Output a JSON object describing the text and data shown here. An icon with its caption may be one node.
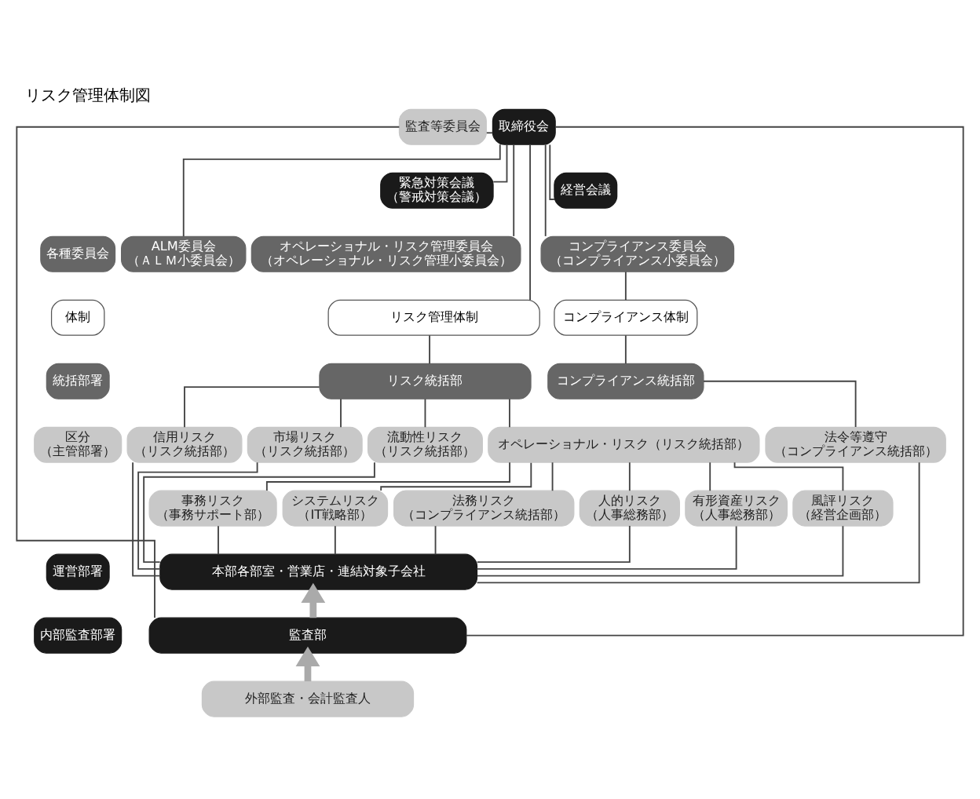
{
  "diagram": {
    "title": "リスク管理体制図",
    "nodes": [
      {
        "text": [
          "取締役会"
        ]
      },
      {
        "text": [
          "監査等委員会"
        ]
      },
      {
        "text": [
          "緊急対策会議",
          "（警戒対策会議）"
        ]
      },
      {
        "text": [
          "経営会議"
        ]
      },
      {
        "text": [
          "ALM委員会",
          "（ＡＬＭ小委員会）"
        ]
      },
      {
        "text": [
          "オペレーショナル・リスク管理委員会",
          "（オペレーショナル・リスク管理小委員会）"
        ]
      },
      {
        "text": [
          "コンプライアンス委員会",
          "（コンプライアンス小委員会）"
        ]
      },
      {
        "text": [
          "リスク管理体制"
        ]
      },
      {
        "text": [
          "コンプライアンス体制"
        ]
      },
      {
        "text": [
          "リスク統括部"
        ]
      },
      {
        "text": [
          "コンプライアンス統括部"
        ]
      },
      {
        "text": [
          "信用リスク",
          "（リスク統括部）"
        ]
      },
      {
        "text": [
          "市場リスク",
          "（リスク統括部）"
        ]
      },
      {
        "text": [
          "流動性リスク",
          "（リスク統括部）"
        ]
      },
      {
        "text": [
          "オペレーショナル・リスク（リスク統括部）"
        ]
      },
      {
        "text": [
          "事務リスク",
          "（事務サポート部）"
        ]
      },
      {
        "text": [
          "システムリスク",
          "（IT戦略部）"
        ]
      },
      {
        "text": [
          "法務リスク",
          "（コンプライアンス統括部）"
        ]
      },
      {
        "text": [
          "人的リスク",
          "（人事総務部）"
        ]
      },
      {
        "text": [
          "有形資産リスク",
          "（人事総務部）"
        ]
      },
      {
        "text": [
          "風評リスク",
          "（経営企画部）"
        ]
      },
      {
        "text": [
          "法令等遵守",
          "（コンプライアンス統括部）"
        ]
      },
      {
        "text": [
          "本部各部室・営業店・連結対象子会社"
        ]
      },
      {
        "text": [
          "監査部"
        ]
      },
      {
        "text": [
          "外部監査・会計監査人"
        ]
      },
      {
        "text": [
          "各種委員会"
        ]
      },
      {
        "text": [
          "体制"
        ]
      },
      {
        "text": [
          "統括部署"
        ]
      },
      {
        "text": [
          "区分",
          "（主管部署）"
        ]
      },
      {
        "text": [
          "運営部署"
        ]
      },
      {
        "text": [
          "内部監査部署"
        ]
      }
    ],
    "edges": [
      {
        "from": 0,
        "to": 1,
        "arrow": "none"
      },
      {
        "from": 0,
        "to": 2,
        "arrow": "none"
      },
      {
        "from": 0,
        "to": 3,
        "arrow": "none"
      },
      {
        "from": 0,
        "to": 4,
        "arrow": "none"
      },
      {
        "from": 0,
        "to": 5,
        "arrow": "none"
      },
      {
        "from": 0,
        "to": 6,
        "arrow": "none"
      },
      {
        "from": 0,
        "to": 7,
        "arrow": "none"
      },
      {
        "from": 6,
        "to": 8,
        "arrow": "none"
      },
      {
        "from": 7,
        "to": 9,
        "arrow": "none"
      },
      {
        "from": 8,
        "to": 10,
        "arrow": "none"
      },
      {
        "from": 9,
        "to": 11,
        "arrow": "none"
      },
      {
        "from": 9,
        "to": 12,
        "arrow": "none"
      },
      {
        "from": 9,
        "to": 13,
        "arrow": "none"
      },
      {
        "from": 9,
        "to": 14,
        "arrow": "none"
      },
      {
        "from": 10,
        "to": 21,
        "arrow": "none"
      },
      {
        "from": 14,
        "to": 15,
        "arrow": "none"
      },
      {
        "from": 14,
        "to": 16,
        "arrow": "none"
      },
      {
        "from": 14,
        "to": 17,
        "arrow": "none"
      },
      {
        "from": 14,
        "to": 18,
        "arrow": "none"
      },
      {
        "from": 14,
        "to": 19,
        "arrow": "none"
      },
      {
        "from": 14,
        "to": 20,
        "arrow": "none"
      },
      {
        "from": 11,
        "to": 22,
        "arrow": "none"
      },
      {
        "from": 12,
        "to": 22,
        "arrow": "none"
      },
      {
        "from": 13,
        "to": 22,
        "arrow": "none"
      },
      {
        "from": 15,
        "to": 22,
        "arrow": "none"
      },
      {
        "from": 16,
        "to": 22,
        "arrow": "none"
      },
      {
        "from": 17,
        "to": 22,
        "arrow": "none"
      },
      {
        "from": 18,
        "to": 22,
        "arrow": "none"
      },
      {
        "from": 19,
        "to": 22,
        "arrow": "none"
      },
      {
        "from": 20,
        "to": 22,
        "arrow": "none"
      },
      {
        "from": 21,
        "to": 22,
        "arrow": "none"
      },
      {
        "from": 1,
        "to": 23,
        "arrow": "none"
      },
      {
        "from": 0,
        "to": 23,
        "arrow": "none"
      },
      {
        "from": 23,
        "to": 22,
        "arrow": "to",
        "style": "thick",
        "color": "#aaaaaa"
      },
      {
        "from": 24,
        "to": 23,
        "arrow": "to",
        "style": "thick",
        "color": "#aaaaaa"
      }
    ]
  }
}
